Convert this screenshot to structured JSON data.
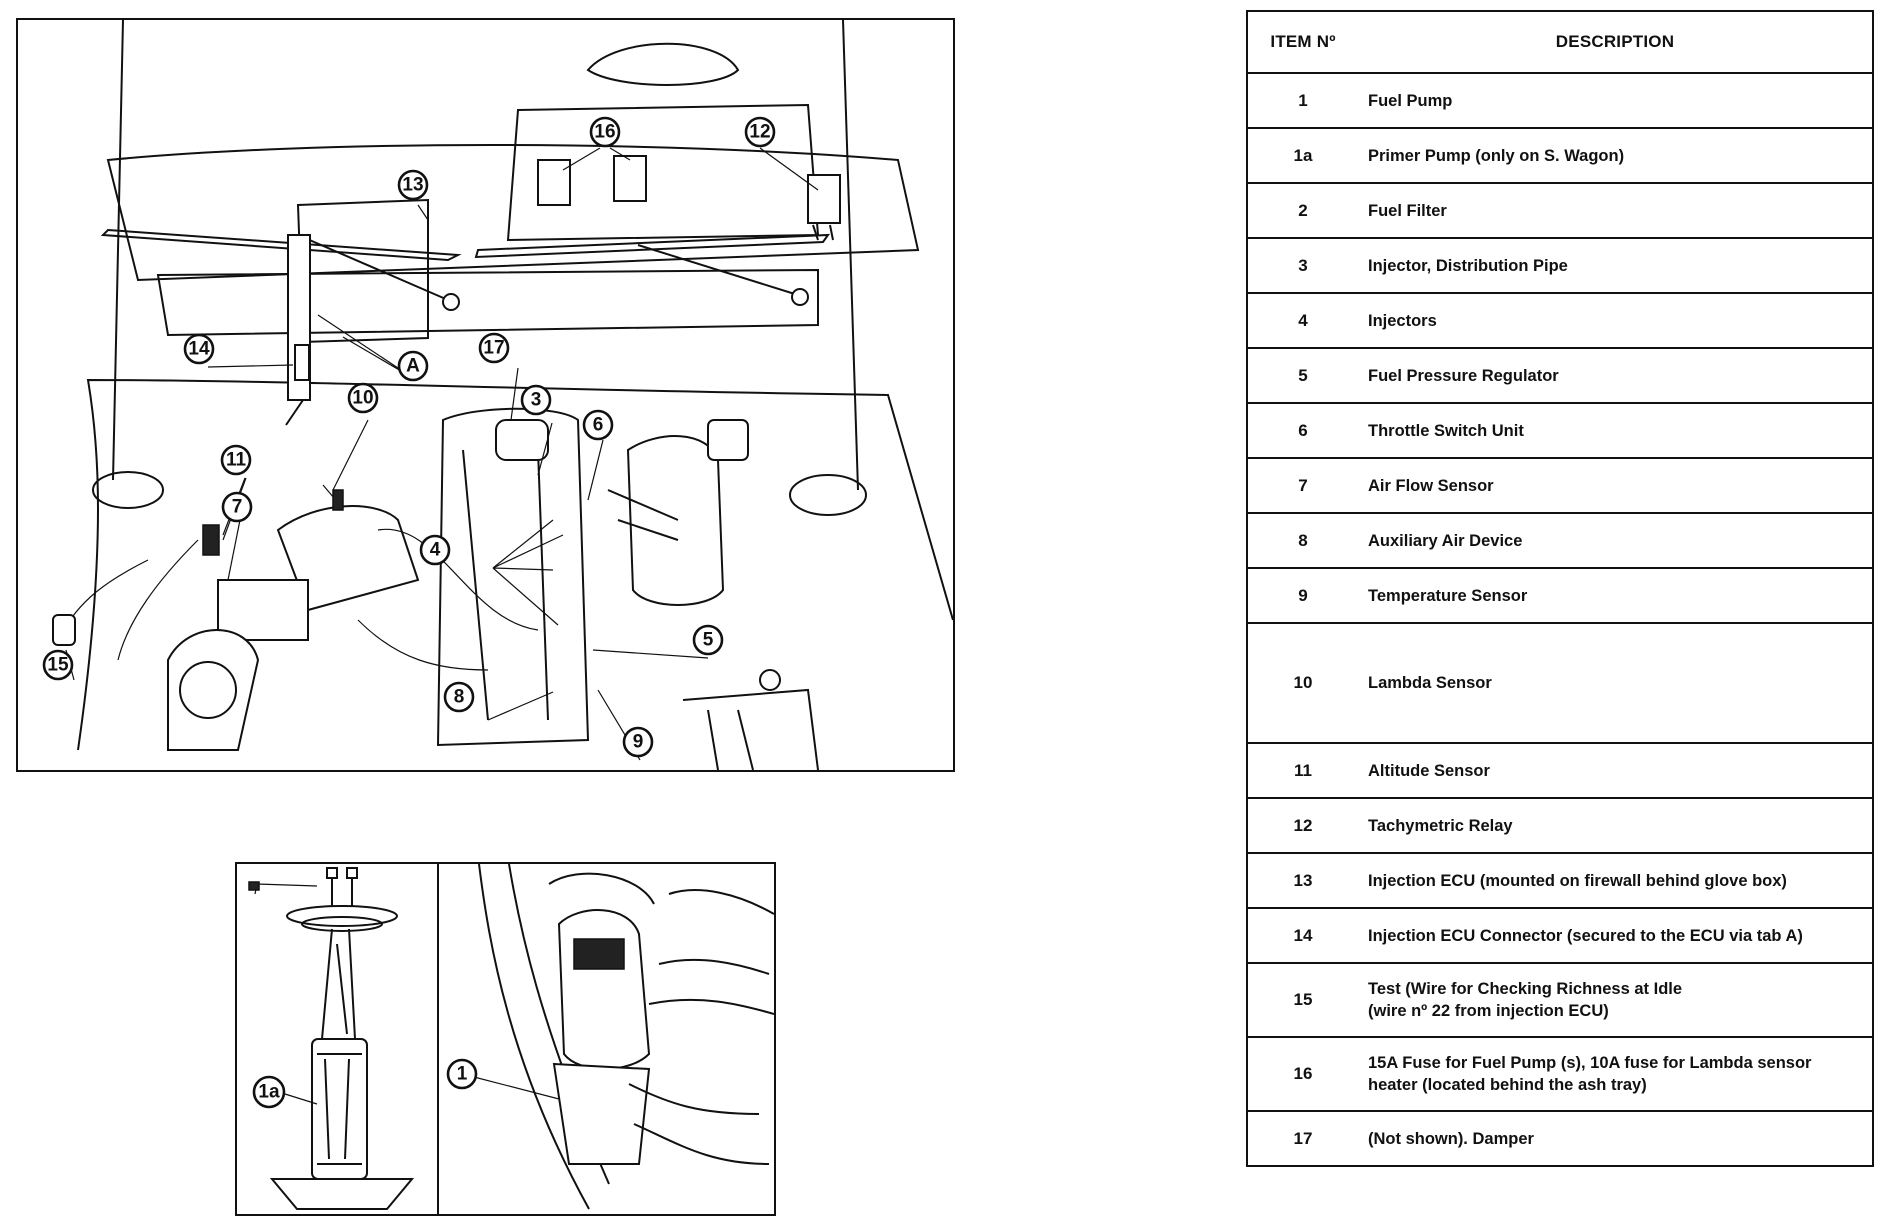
{
  "table": {
    "header_item": "ITEM Nº",
    "header_description": "DESCRIPTION",
    "rows": [
      {
        "item": "1",
        "description": "Fuel Pump"
      },
      {
        "item": "1a",
        "description": "Primer Pump (only on S. Wagon)"
      },
      {
        "item": "2",
        "description": "Fuel Filter"
      },
      {
        "item": "3",
        "description": "Injector, Distribution Pipe"
      },
      {
        "item": "4",
        "description": "Injectors"
      },
      {
        "item": "5",
        "description": "Fuel Pressure Regulator"
      },
      {
        "item": "6",
        "description": "Throttle Switch Unit"
      },
      {
        "item": "7",
        "description": "Air Flow Sensor"
      },
      {
        "item": "8",
        "description": "Auxiliary Air Device"
      },
      {
        "item": "9",
        "description": "Temperature Sensor"
      },
      {
        "item": "10",
        "description": "Lambda Sensor"
      },
      {
        "item": "11",
        "description": "Altitude Sensor"
      },
      {
        "item": "12",
        "description": "Tachymetric Relay"
      },
      {
        "item": "13",
        "description": "Injection ECU (mounted on firewall behind glove box)"
      },
      {
        "item": "14",
        "description": "Injection ECU Connector (secured to the ECU via tab A)"
      },
      {
        "item": "15",
        "description": "Test (Wire for Checking Richness at Idle",
        "description_line2": "(wire nº 22 from injection ECU)"
      },
      {
        "item": "16",
        "description": "15A Fuse for Fuel Pump (s), 10A fuse for Lambda sensor",
        "description_line2": "heater (located behind the ash tray)"
      },
      {
        "item": "17",
        "description": "(Not shown). Damper"
      }
    ]
  },
  "callouts": {
    "c1": "1",
    "c1a": "1a",
    "c3": "3",
    "c4": "4",
    "c5": "5",
    "c6": "6",
    "c7": "7",
    "c8": "8",
    "c9": "9",
    "c10": "10",
    "c11": "11",
    "c12": "12",
    "c13": "13",
    "c14": "14",
    "c15": "15",
    "c16": "16",
    "c17": "17",
    "cA": "A"
  }
}
